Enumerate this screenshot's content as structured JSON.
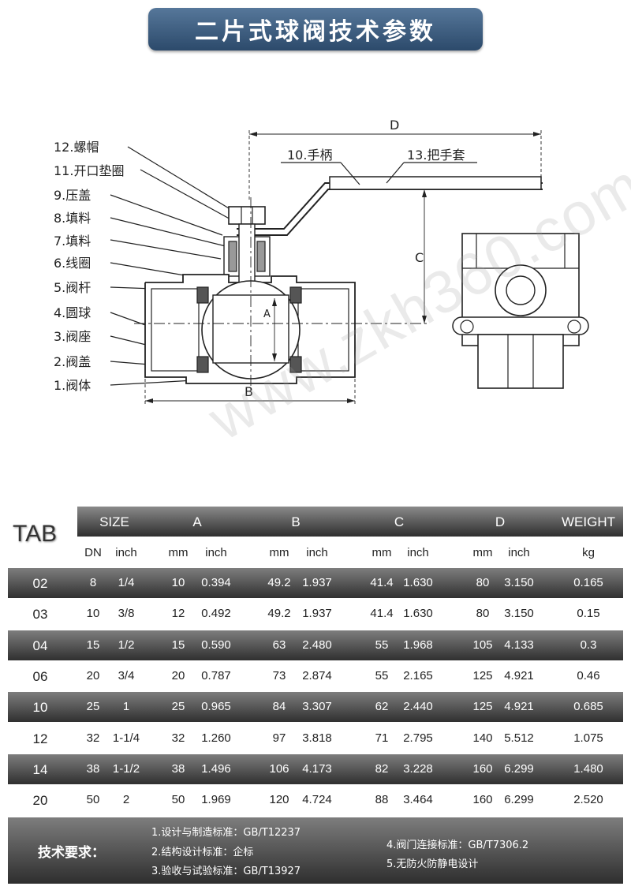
{
  "banner": {
    "title": "二片式球阀技术参数"
  },
  "drawing": {
    "parts": [
      {
        "label": "12.螺帽"
      },
      {
        "label": "11.开口垫圈"
      },
      {
        "label": "9.压盖"
      },
      {
        "label": "8.填料"
      },
      {
        "label": "7.填料"
      },
      {
        "label": "6.线圈"
      },
      {
        "label": "5.阀杆"
      },
      {
        "label": "4.圆球"
      },
      {
        "label": "3.阀座"
      },
      {
        "label": "2.阀盖"
      },
      {
        "label": "1.阀体"
      }
    ],
    "handle_label": "10.手柄",
    "sleeve_label": "13.把手套",
    "dim_A": "A",
    "dim_B": "B",
    "dim_C": "C",
    "dim_D": "D"
  },
  "watermark": "www.zkh360.com",
  "table": {
    "tab_label": "TAB",
    "headers": [
      "SIZE",
      "A",
      "B",
      "C",
      "D",
      "WEIGHT"
    ],
    "subheaders": [
      "DN",
      "inch",
      "mm",
      "inch",
      "mm",
      "inch",
      "mm",
      "inch",
      "mm",
      "inch",
      "kg"
    ],
    "rows": [
      [
        "02",
        "8",
        "1/4",
        "10",
        "0.394",
        "49.2",
        "1.937",
        "41.4",
        "1.630",
        "80",
        "3.150",
        "0.165"
      ],
      [
        "03",
        "10",
        "3/8",
        "12",
        "0.492",
        "49.2",
        "1.937",
        "41.4",
        "1.630",
        "80",
        "3.150",
        "0.15"
      ],
      [
        "04",
        "15",
        "1/2",
        "15",
        "0.590",
        "63",
        "2.480",
        "55",
        "1.968",
        "105",
        "4.133",
        "0.3"
      ],
      [
        "06",
        "20",
        "3/4",
        "20",
        "0.787",
        "73",
        "2.874",
        "55",
        "2.165",
        "125",
        "4.921",
        "0.46"
      ],
      [
        "10",
        "25",
        "1",
        "25",
        "0.965",
        "84",
        "3.307",
        "62",
        "2.440",
        "125",
        "4.921",
        "0.685"
      ],
      [
        "12",
        "32",
        "1-1/4",
        "32",
        "1.260",
        "97",
        "3.818",
        "71",
        "2.795",
        "140",
        "5.512",
        "1.075"
      ],
      [
        "14",
        "38",
        "1-1/2",
        "38",
        "1.496",
        "106",
        "4.173",
        "82",
        "3.228",
        "160",
        "6.299",
        "1.480"
      ],
      [
        "20",
        "50",
        "2",
        "50",
        "1.969",
        "120",
        "4.724",
        "88",
        "3.464",
        "160",
        "6.299",
        "2.520"
      ]
    ]
  },
  "footer": {
    "title": "技术要求：",
    "requirements": [
      "1.设计与制造标准：GB/T12237",
      "2.结构设计标准：企标",
      "3.验收与试验标准：GB/T13927",
      "4.阀门连接标准：GB/T7306.2",
      "5.无防火防静电设计"
    ]
  }
}
